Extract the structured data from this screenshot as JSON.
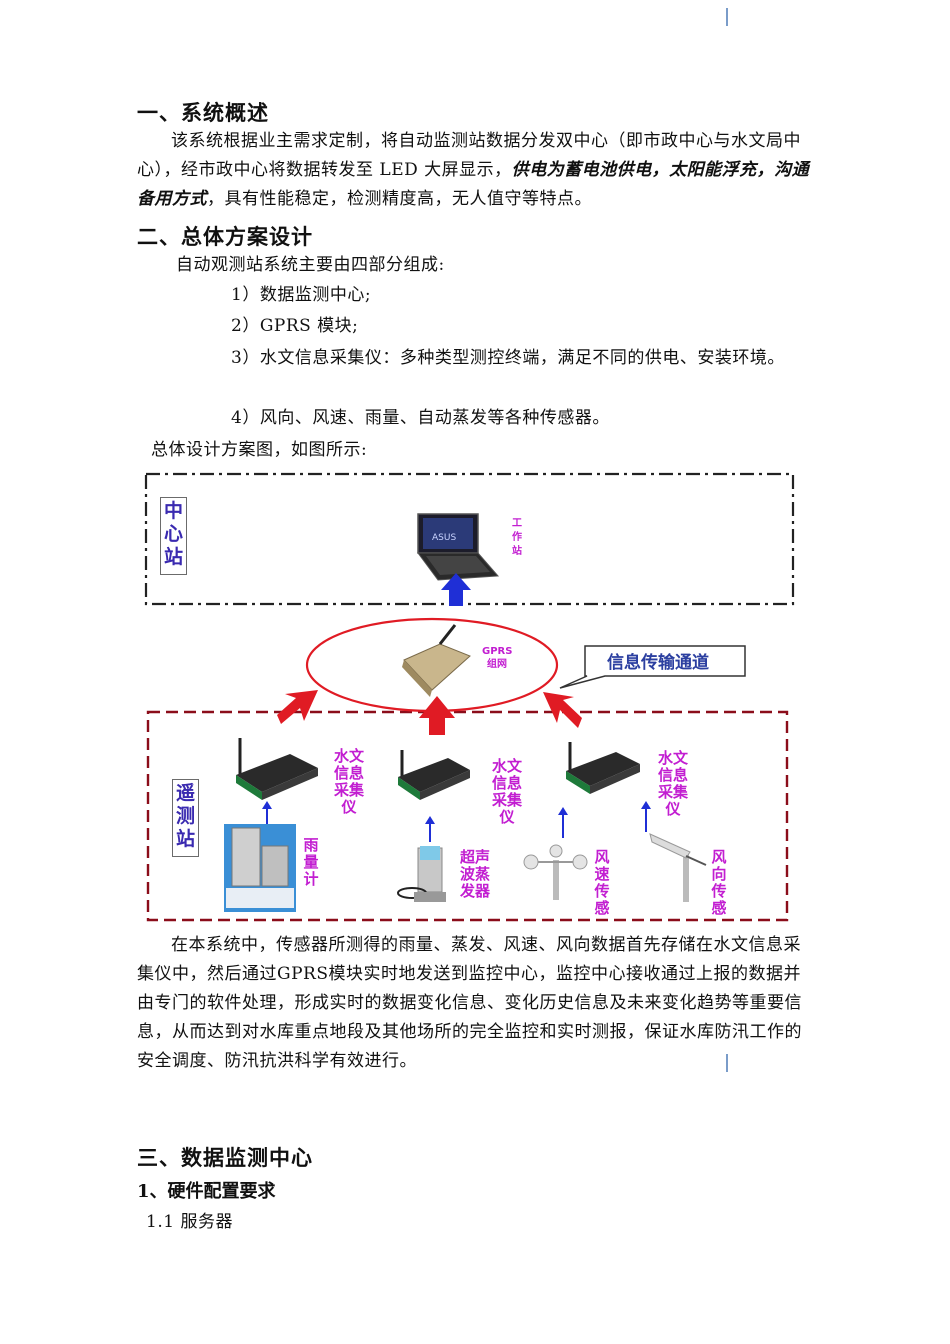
{
  "sections": {
    "s1_title": "一、系统概述",
    "s1_p_a": "该系统根据业主需求定制，将自动监测站数据分发双中心（即市政中心与水文局中心），经市政中心将数据转发至 LED 大屏显示，",
    "s1_p_bold": "供电为蓄电池供电，太阳能浮充，沟通备用方式",
    "s1_p_b": "，具有性能稳定，检测精度高，无人值守等特点。",
    "s2_title": "二、总体方案设计",
    "s2_intro": "自动观测站系统主要由四部分组成:",
    "s2_items": [
      "1）数据监测中心;",
      "2）GPRS 模块;",
      "3）水文信息采集仪：多种类型测控终端，满足不同的供电、安装环境。",
      "4）风向、风速、雨量、自动蒸发等各种传感器。"
    ],
    "s2_fig_caption": "总体设计方案图，如图所示:",
    "s2_after": "在本系统中，传感器所测得的雨量、蒸发、风速、风向数据首先存储在水文信息采集仪中，然后通过GPRS模块实时地发送到监控中心，监控中心接收通过上报的数据并由专门的软件处理，形成实时的数据变化信息、变化历史信息及未来变化趋势等重要信息，从而达到对水库重点地段及其他场所的完全监控和实时测报，保证水库防汛工作的安全调度、防汛抗洪科学有效进行。",
    "s3_title": "三、数据监测中心",
    "s3_sub": "1、硬件配置要求",
    "s3_subsub": "1.1 服务器"
  },
  "diagram": {
    "center_station": "中心站",
    "workstation": "工作站",
    "gprs": "GPRS组网",
    "channel": "信息传输通道",
    "remote_station": "遥测站",
    "collector": "水文信息采集仪",
    "rain": "雨量计",
    "ultrasonic": "超声波蒸发器",
    "windspeed": "风速传感",
    "winddir": "风向传感"
  },
  "colors": {
    "accent_blue": "#1f2fd6",
    "red": "#e01b24",
    "dark_red": "#8b0d1a",
    "magenta": "#c21ed1"
  }
}
